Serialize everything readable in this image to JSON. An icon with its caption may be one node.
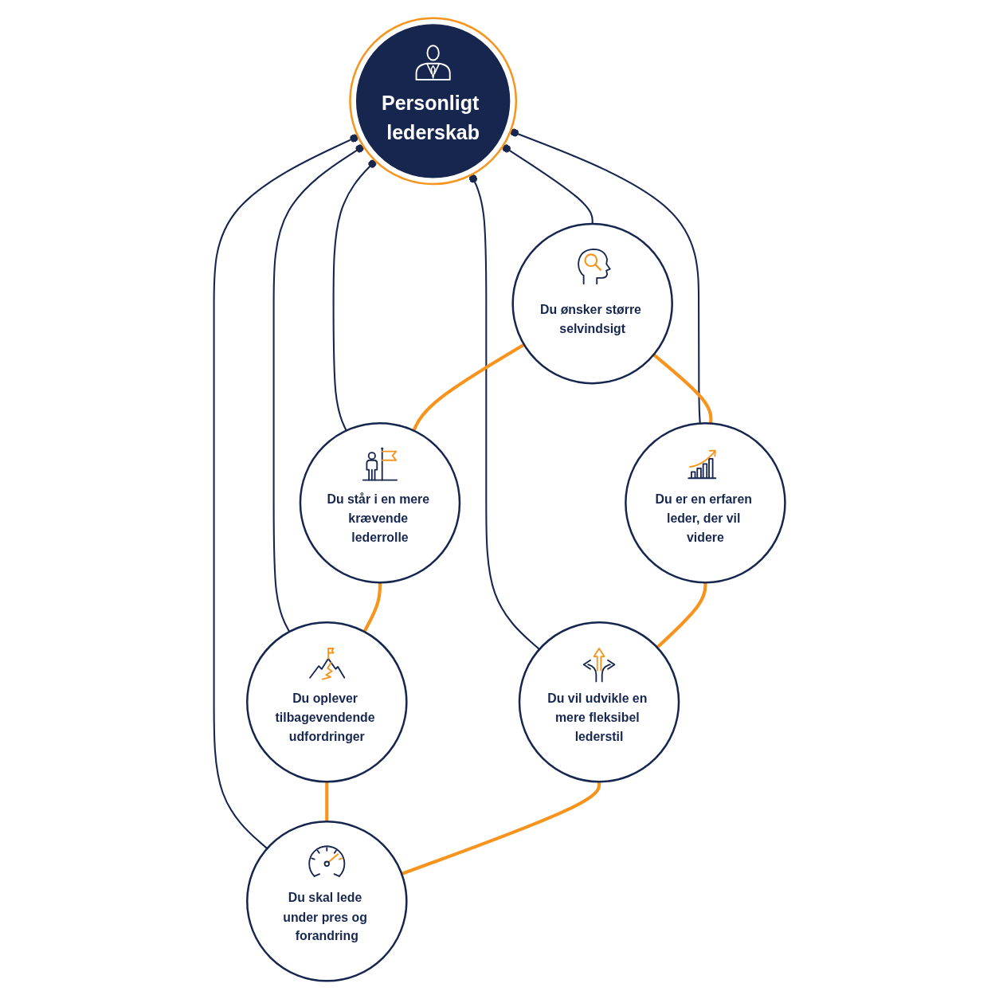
{
  "diagram": {
    "nodes": [
      {
        "text": [
          "Personligt lederskab"
        ]
      },
      {
        "text": [
          "Du ønsker større selvindsigt"
        ]
      },
      {
        "text": [
          "Du står i en mere krævende lederrolle"
        ]
      },
      {
        "text": [
          "Du oplever tilbagevendende udfordringer"
        ]
      },
      {
        "text": [
          "Du skal lede under pres og forandring"
        ]
      },
      {
        "text": [
          "Du vil udvikle en mere fleksibel lederstil"
        ]
      },
      {
        "text": [
          "Du er en erfaren leder, der vil videre"
        ]
      }
    ],
    "edges": [
      {
        "from": 1,
        "to": 0,
        "arrow": "other"
      },
      {
        "from": 2,
        "to": 0,
        "arrow": "other"
      },
      {
        "from": 3,
        "to": 0,
        "arrow": "other"
      },
      {
        "from": 4,
        "to": 0,
        "arrow": "other"
      },
      {
        "from": 5,
        "to": 0,
        "arrow": "other"
      },
      {
        "from": 6,
        "to": 0,
        "arrow": "other"
      },
      {
        "from": 2,
        "to": 1,
        "arrow": "none",
        "style": "thick",
        "color": "#f7941d"
      },
      {
        "from": 3,
        "to": 2,
        "arrow": "none",
        "style": "thick",
        "color": "#f7941d"
      },
      {
        "from": 4,
        "to": 3,
        "arrow": "none",
        "style": "thick",
        "color": "#f7941d"
      },
      {
        "from": 4,
        "to": 5,
        "arrow": "none",
        "style": "thick",
        "color": "#f7941d"
      },
      {
        "from": 5,
        "to": 6,
        "arrow": "none",
        "style": "thick",
        "color": "#f7941d"
      },
      {
        "from": 6,
        "to": 1,
        "arrow": "none",
        "style": "thick",
        "color": "#f7941d"
      }
    ]
  }
}
